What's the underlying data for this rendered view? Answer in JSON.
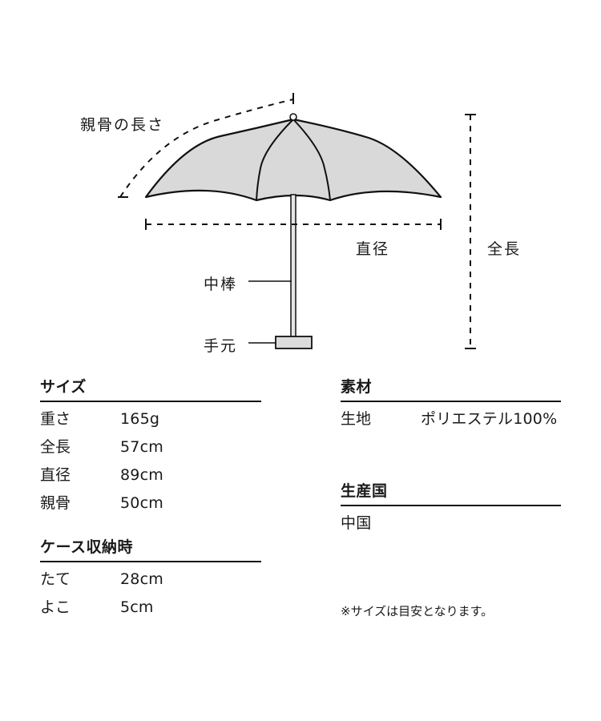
{
  "diagram": {
    "labels": {
      "rib_length": "親骨の長さ",
      "diameter": "直径",
      "total_length": "全長",
      "shaft": "中棒",
      "handle": "手元"
    },
    "colors": {
      "canopy_fill": "#d9d9d9",
      "line": "#111111"
    }
  },
  "size": {
    "title": "サイズ",
    "rows": [
      {
        "label": "重さ",
        "value": "165g"
      },
      {
        "label": "全長",
        "value": "57cm"
      },
      {
        "label": "直径",
        "value": "89cm"
      },
      {
        "label": "親骨",
        "value": "50cm"
      }
    ]
  },
  "case": {
    "title": "ケース収納時",
    "rows": [
      {
        "label": "たて",
        "value": "28cm"
      },
      {
        "label": "よこ",
        "value": "5cm"
      }
    ]
  },
  "material": {
    "title": "素材",
    "rows": [
      {
        "label": "生地",
        "value": "ポリエステル100%"
      }
    ]
  },
  "origin": {
    "title": "生産国",
    "value": "中国"
  },
  "note": "※サイズは目安となります。"
}
